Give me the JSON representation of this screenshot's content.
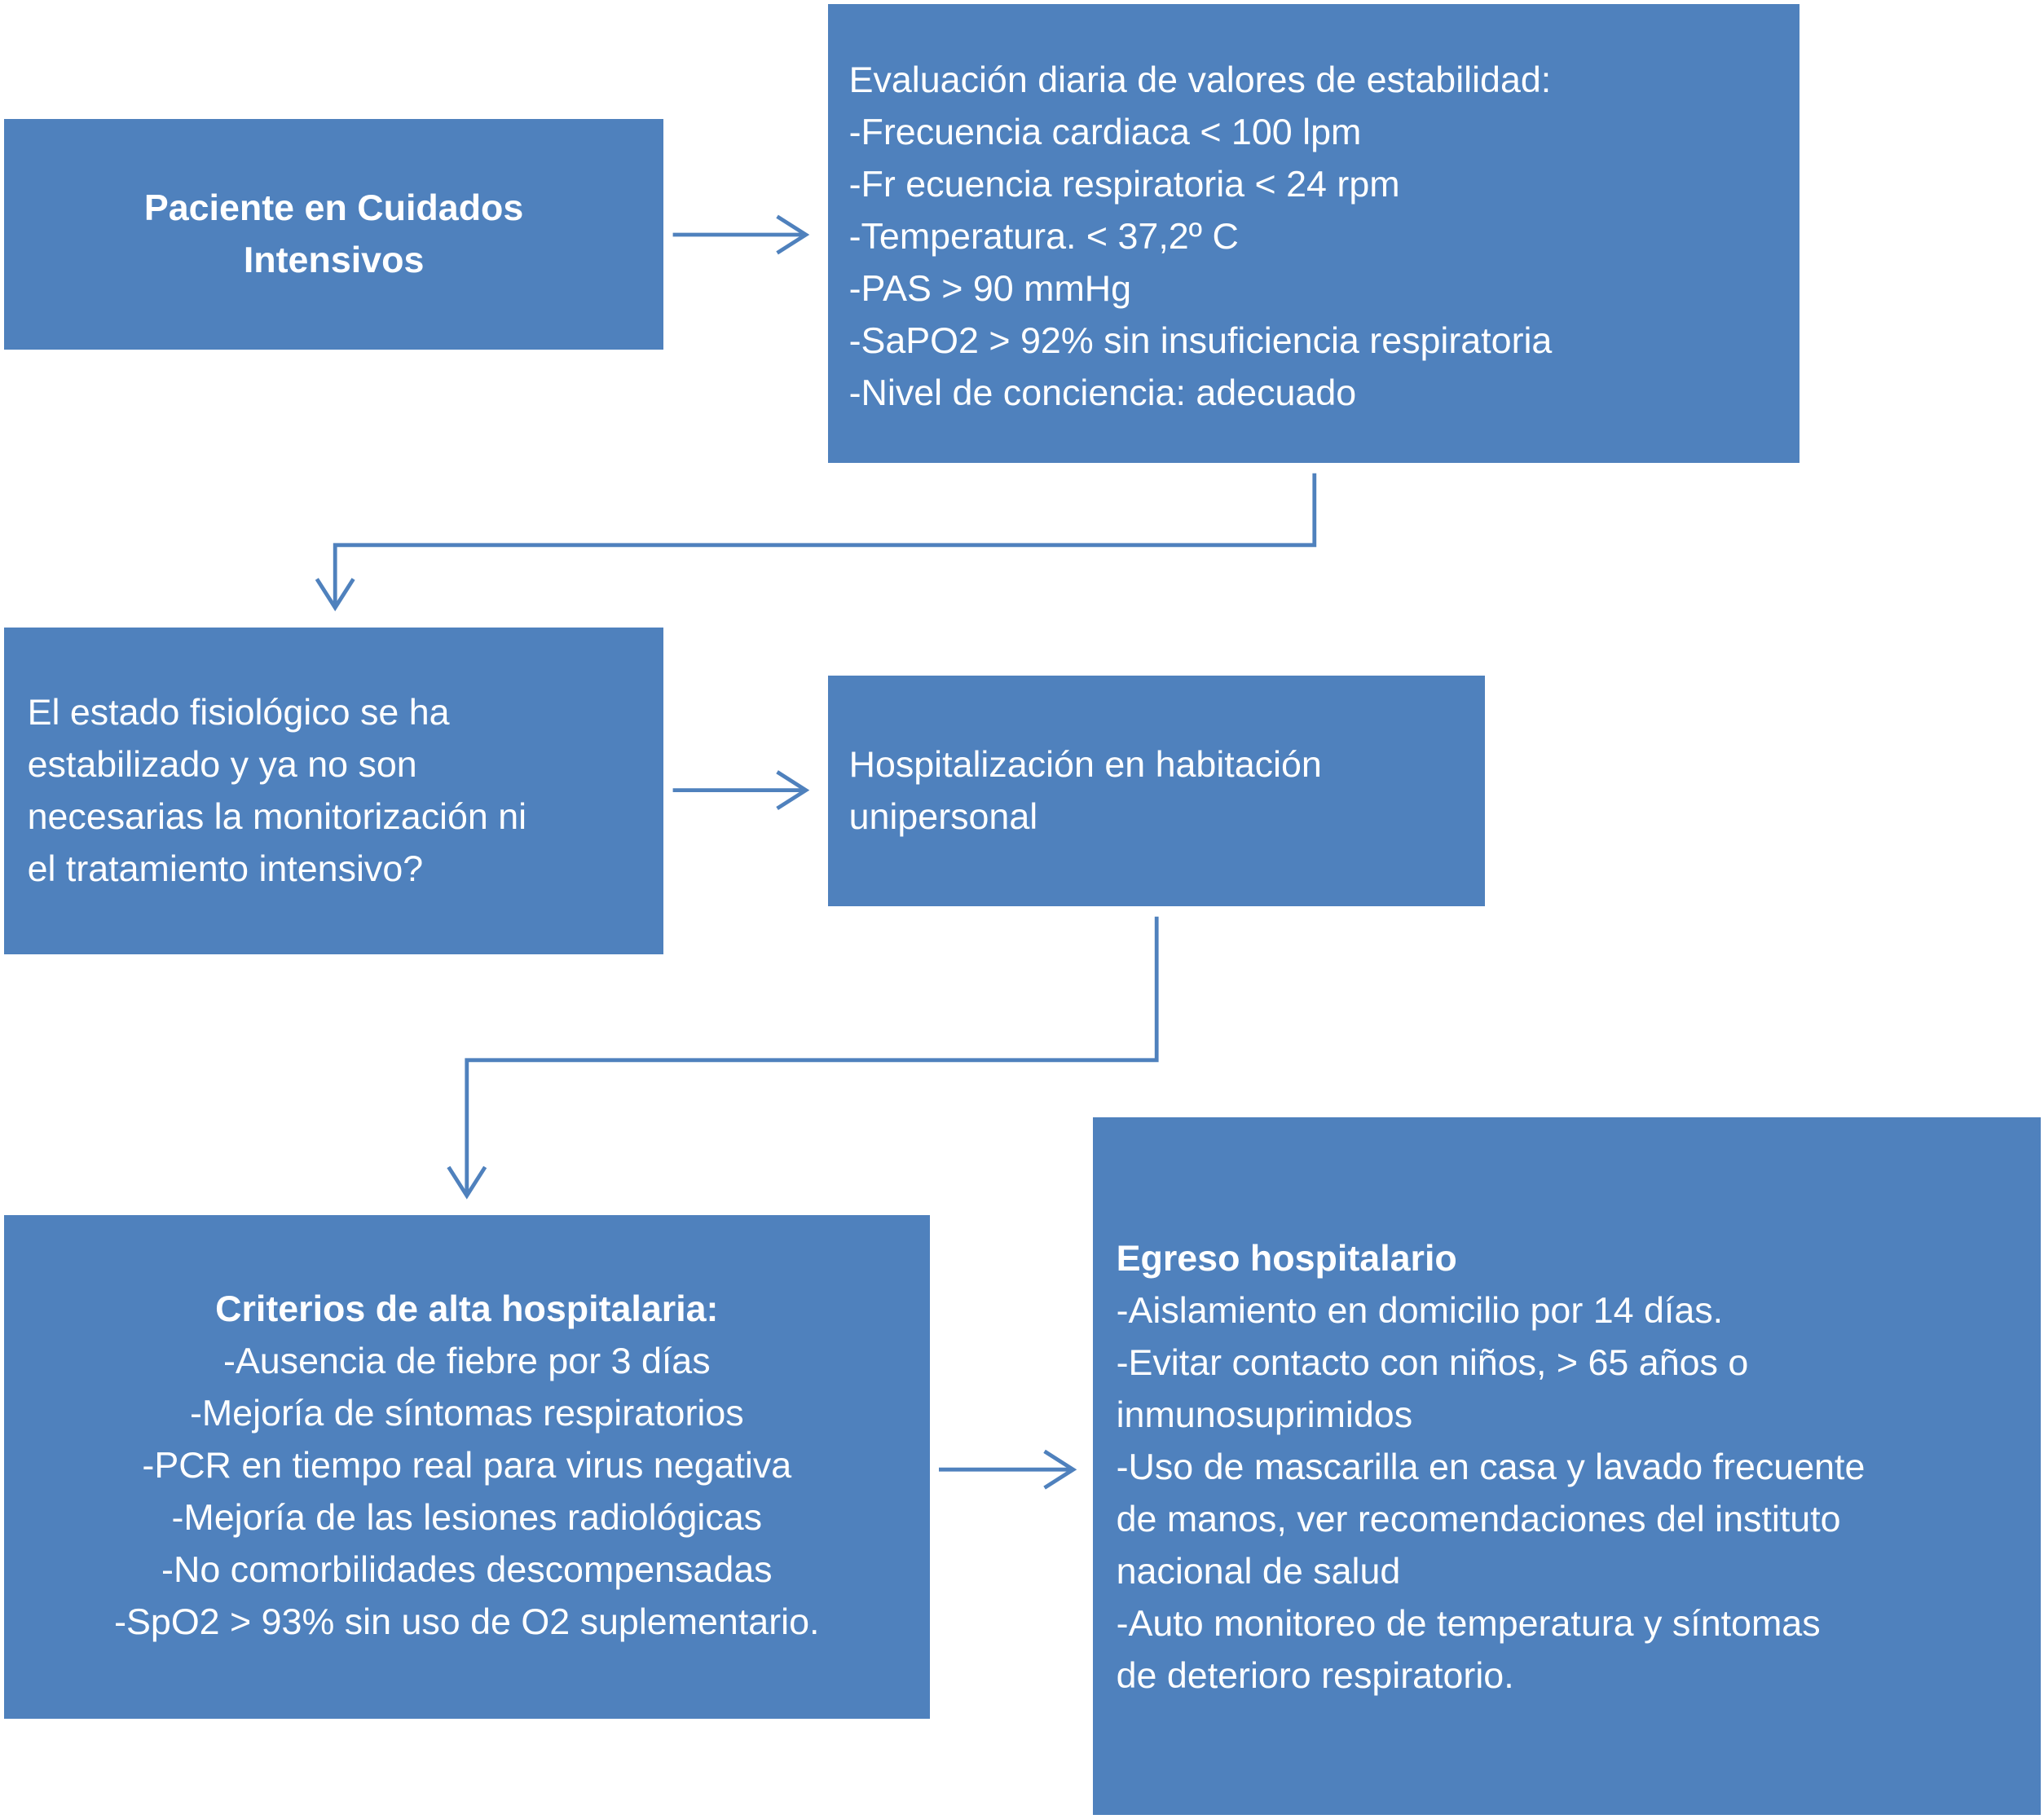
{
  "boxes": {
    "icu": {
      "title": "Paciente en Cuidados Intensivos"
    },
    "evaluation": {
      "lines": [
        "Evaluación diaria de valores de estabilidad:",
        "-Frecuencia cardiaca < 100 lpm",
        "-Fr ecuencia respiratoria < 24 rpm",
        "-Temperatura. < 37,2º C",
        "-PAS > 90 mmHg",
        "-SaPO2 > 92% sin insuficiencia respiratoria",
        "-Nivel de conciencia:  adecuado"
      ]
    },
    "question": {
      "lines": [
        "El estado fisiológico se ha",
        "estabilizado y ya no son",
        "necesarias la monitorización ni",
        "el tratamiento intensivo?"
      ]
    },
    "hospitalization": {
      "lines": [
        "Hospitalización en habitación",
        "unipersonal"
      ]
    },
    "criteria": {
      "title": "Criterios de alta hospitalaria:",
      "lines": [
        "-Ausencia de fiebre por 3 días",
        "-Mejoría de síntomas respiratorios",
        "-PCR en tiempo real para virus negativa",
        "-Mejoría de las lesiones radiológicas",
        "-No comorbilidades descompensadas",
        "-SpO2 > 93% sin uso de O2 suplementario."
      ]
    },
    "egress": {
      "title": "Egreso hospitalario",
      "lines": [
        "-Aislamiento en domicilio por 14 días.",
        "-Evitar contacto con niños, > 65 años o",
        "inmunosuprimidos",
        "-Uso de mascarilla en casa  y lavado frecuente",
        "de manos, ver recomendaciones del instituto",
        "nacional de salud",
        "-Auto monitoreo de temperatura y síntomas",
        "de deterioro respiratorio."
      ]
    }
  },
  "colors": {
    "box_fill": "#4f81bd",
    "box_text": "#ffffff",
    "connector": "#4f81bd",
    "background": "#ffffff"
  }
}
